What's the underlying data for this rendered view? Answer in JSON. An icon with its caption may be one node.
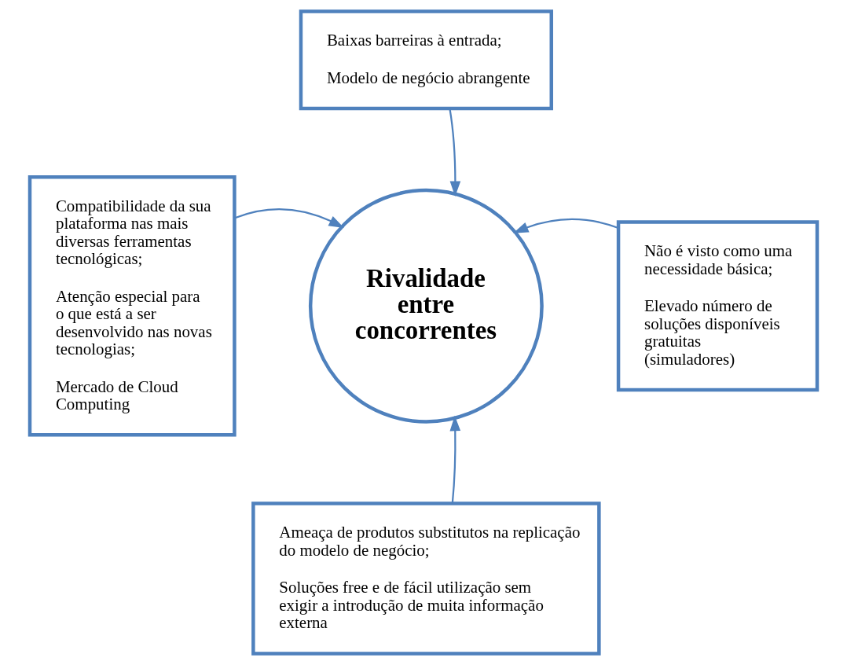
{
  "diagram": {
    "nodes": [
      {
        "text": [
          "Baixas barreiras à entrada;",
          "Modelo de negócio abrangente"
        ]
      },
      {
        "text": [
          "Compatibilidade da sua plataforma nas mais diversas ferramentas tecnológicas;",
          "Atenção especial para o que está a ser desenvolvido nas novas tecnologias;",
          "Mercado de Cloud Computing"
        ]
      },
      {
        "text": [
          "Rivalidade entre concorrentes"
        ]
      },
      {
        "text": [
          "Não é visto como uma necessidade básica;",
          "Elevado número de soluções disponíveis gratuitas (simuladores)"
        ]
      },
      {
        "text": [
          "Ameaça de produtos substitutos na replicação do modelo de negócio;",
          "Soluções free e de fácil utilização sem exigir a introdução de muita informação externa"
        ]
      }
    ],
    "edges": [
      {
        "from": 0,
        "to": 2,
        "arrow": "to"
      },
      {
        "from": 1,
        "to": 2,
        "arrow": "to"
      },
      {
        "from": 3,
        "to": 2,
        "arrow": "to"
      },
      {
        "from": 4,
        "to": 2,
        "arrow": "to"
      }
    ]
  }
}
